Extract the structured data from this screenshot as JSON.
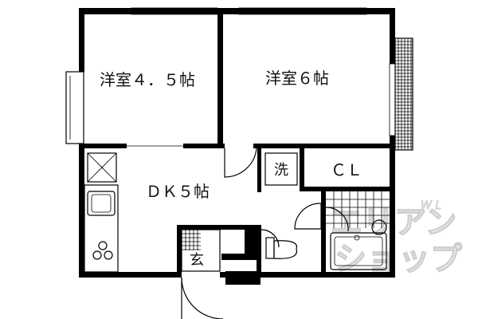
{
  "rooms": {
    "western_room_small": "洋室４．５帖",
    "western_room_large": "洋室６帖",
    "dining_kitchen": "ＤＫ５帖",
    "closet": "ＣＬ",
    "washer": "洗",
    "entrance": "玄"
  },
  "watermark": {
    "line1": "エリアン",
    "line2": "ショップ",
    "corner": "W L"
  }
}
